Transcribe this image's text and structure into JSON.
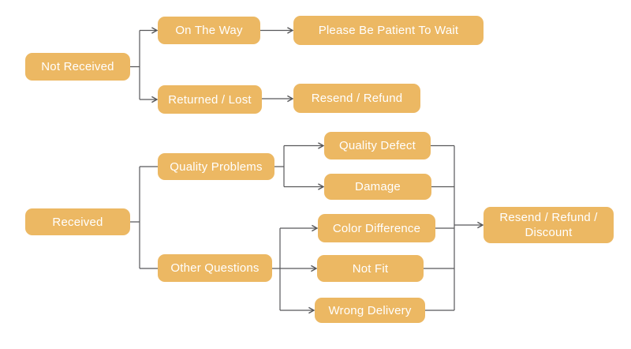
{
  "page": {
    "background": "#ffffff"
  },
  "diagram": {
    "type": "flowchart",
    "style": {
      "node_fill": "#ecb863",
      "node_text_color": "#ffffff",
      "connector_color": "#58585a"
    },
    "nodes": {
      "not_received": {
        "label": "Not Received"
      },
      "on_the_way": {
        "label": "On The Way"
      },
      "please_be_patient": {
        "label": "Please Be Patient To Wait"
      },
      "returned_lost": {
        "label": "Returned / Lost"
      },
      "resend_refund": {
        "label": "Resend / Refund"
      },
      "received": {
        "label": "Received"
      },
      "quality_problems": {
        "label": "Quality Problems"
      },
      "quality_defect": {
        "label": "Quality Defect"
      },
      "damage": {
        "label": "Damage"
      },
      "other_questions": {
        "label": "Other Questions"
      },
      "color_difference": {
        "label": "Color Difference"
      },
      "not_fit": {
        "label": "Not Fit"
      },
      "wrong_delivery": {
        "label": "Wrong Delivery"
      },
      "resend_refund_discount": {
        "label": "Resend / Refund / Discount"
      }
    },
    "edges": [
      {
        "from": "Not Received",
        "to": "On The Way",
        "arrow": true
      },
      {
        "from": "Not Received",
        "to": "Returned / Lost",
        "arrow": true
      },
      {
        "from": "On The Way",
        "to": "Please Be Patient To Wait",
        "arrow": true
      },
      {
        "from": "Returned / Lost",
        "to": "Resend / Refund",
        "arrow": true
      },
      {
        "from": "Received",
        "to": "Quality Problems",
        "arrow": false
      },
      {
        "from": "Received",
        "to": "Other Questions",
        "arrow": false
      },
      {
        "from": "Quality Problems",
        "to": "Quality Defect",
        "arrow": true
      },
      {
        "from": "Quality Problems",
        "to": "Damage",
        "arrow": true
      },
      {
        "from": "Other Questions",
        "to": "Color Difference",
        "arrow": true
      },
      {
        "from": "Other Questions",
        "to": "Not Fit",
        "arrow": true
      },
      {
        "from": "Other Questions",
        "to": "Wrong Delivery",
        "arrow": true
      },
      {
        "from": "Quality Defect",
        "to": "Resend / Refund / Discount",
        "arrow": true
      },
      {
        "from": "Damage",
        "to": "Resend / Refund / Discount",
        "arrow": true
      },
      {
        "from": "Color Difference",
        "to": "Resend / Refund / Discount",
        "arrow": true
      },
      {
        "from": "Not Fit",
        "to": "Resend / Refund / Discount",
        "arrow": true
      },
      {
        "from": "Wrong Delivery",
        "to": "Resend / Refund / Discount",
        "arrow": true
      }
    ]
  }
}
